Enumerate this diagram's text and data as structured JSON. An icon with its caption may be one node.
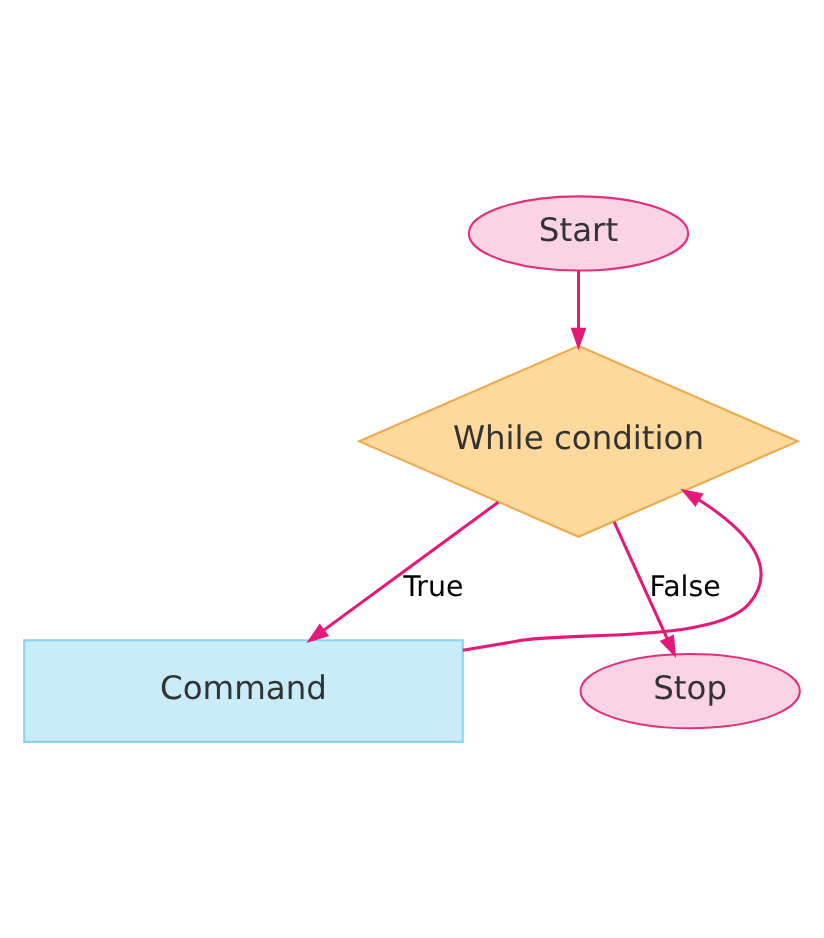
{
  "diagram": {
    "nodes": [
      {
        "text": [
          "Start"
        ]
      },
      {
        "text": [
          "While condition"
        ]
      },
      {
        "text": [
          "Command"
        ]
      },
      {
        "text": [
          "Stop"
        ]
      }
    ],
    "edges": [
      {
        "from": 0,
        "to": 1,
        "arrow": "to"
      },
      {
        "from": 1,
        "to": 2,
        "arrow": "to",
        "label": "True"
      },
      {
        "from": 2,
        "to": 1,
        "arrow": "to"
      },
      {
        "from": 1,
        "to": 3,
        "arrow": "to",
        "label": "False"
      }
    ]
  }
}
